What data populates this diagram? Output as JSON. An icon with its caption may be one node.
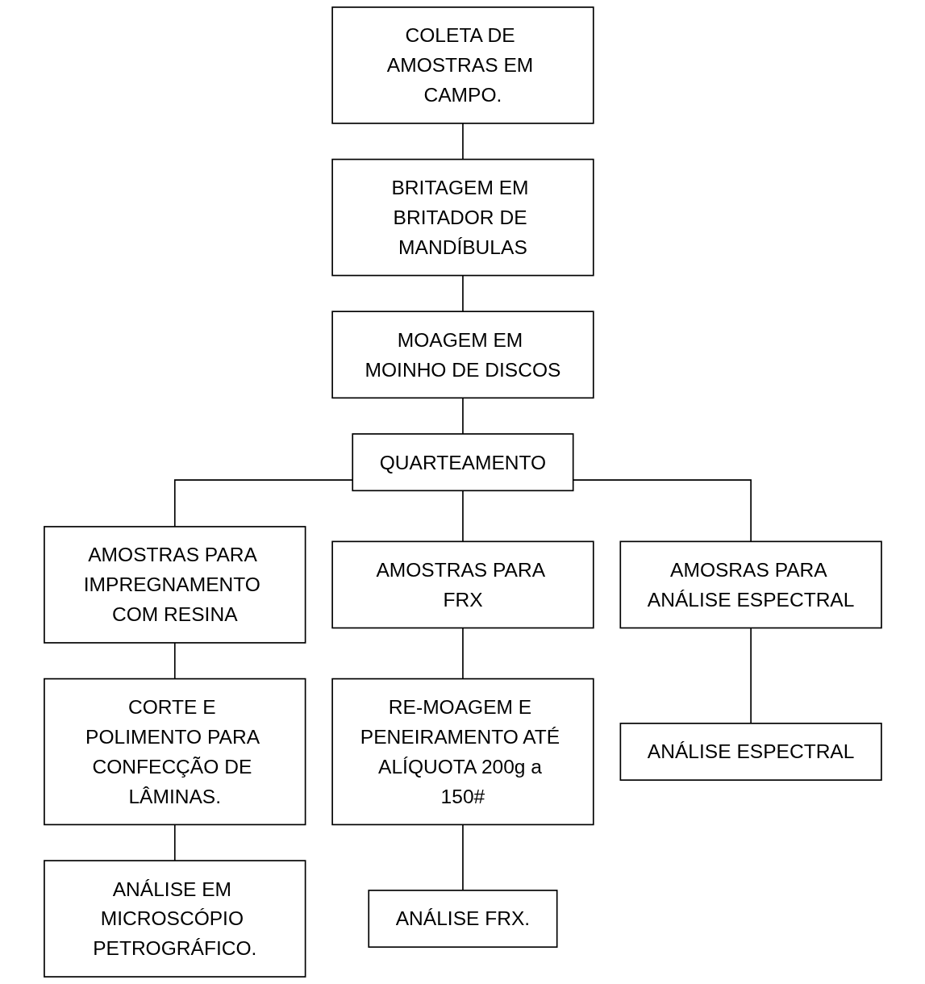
{
  "diagram": {
    "nodes": [
      {
        "text": [
          "COLETA DE AMOSTRAS EM CAMPO."
        ]
      },
      {
        "text": [
          "BRITAGEM EM BRITADOR DE MANDÍBULAS"
        ]
      },
      {
        "text": [
          "MOAGEM EM MOINHO DE DISCOS"
        ]
      },
      {
        "text": [
          "QUARTEAMENTO"
        ]
      },
      {
        "text": [
          "AMOSTRAS PARA IMPREGNAMENTO COM RESINA"
        ]
      },
      {
        "text": [
          "AMOSTRAS PARA FRX"
        ]
      },
      {
        "text": [
          "AMOSRAS PARA ANÁLISE ESPECTRAL"
        ]
      },
      {
        "text": [
          "CORTE E POLIMENTO PARA CONFECÇÃO DE LÂMINAS."
        ]
      },
      {
        "text": [
          "RE-MOAGEM E PENEIRAMENTO ATÉ ALÍQUOTA 200g a 150#"
        ]
      },
      {
        "text": [
          "ANÁLISE ESPECTRAL"
        ]
      },
      {
        "text": [
          "ANÁLISE EM MICROSCÓPIO PETROGRÁFICO."
        ]
      },
      {
        "text": [
          "ANÁLISE FRX."
        ]
      }
    ],
    "edges": [
      {
        "from": 0,
        "to": 1,
        "arrow": "none"
      },
      {
        "from": 1,
        "to": 2,
        "arrow": "none"
      },
      {
        "from": 2,
        "to": 3,
        "arrow": "none"
      },
      {
        "from": 3,
        "to": 4,
        "arrow": "none"
      },
      {
        "from": 3,
        "to": 5,
        "arrow": "none"
      },
      {
        "from": 3,
        "to": 6,
        "arrow": "none"
      },
      {
        "from": 4,
        "to": 7,
        "arrow": "none"
      },
      {
        "from": 5,
        "to": 8,
        "arrow": "none"
      },
      {
        "from": 6,
        "to": 9,
        "arrow": "none"
      },
      {
        "from": 7,
        "to": 10,
        "arrow": "none"
      },
      {
        "from": 8,
        "to": 11,
        "arrow": "none"
      }
    ]
  }
}
